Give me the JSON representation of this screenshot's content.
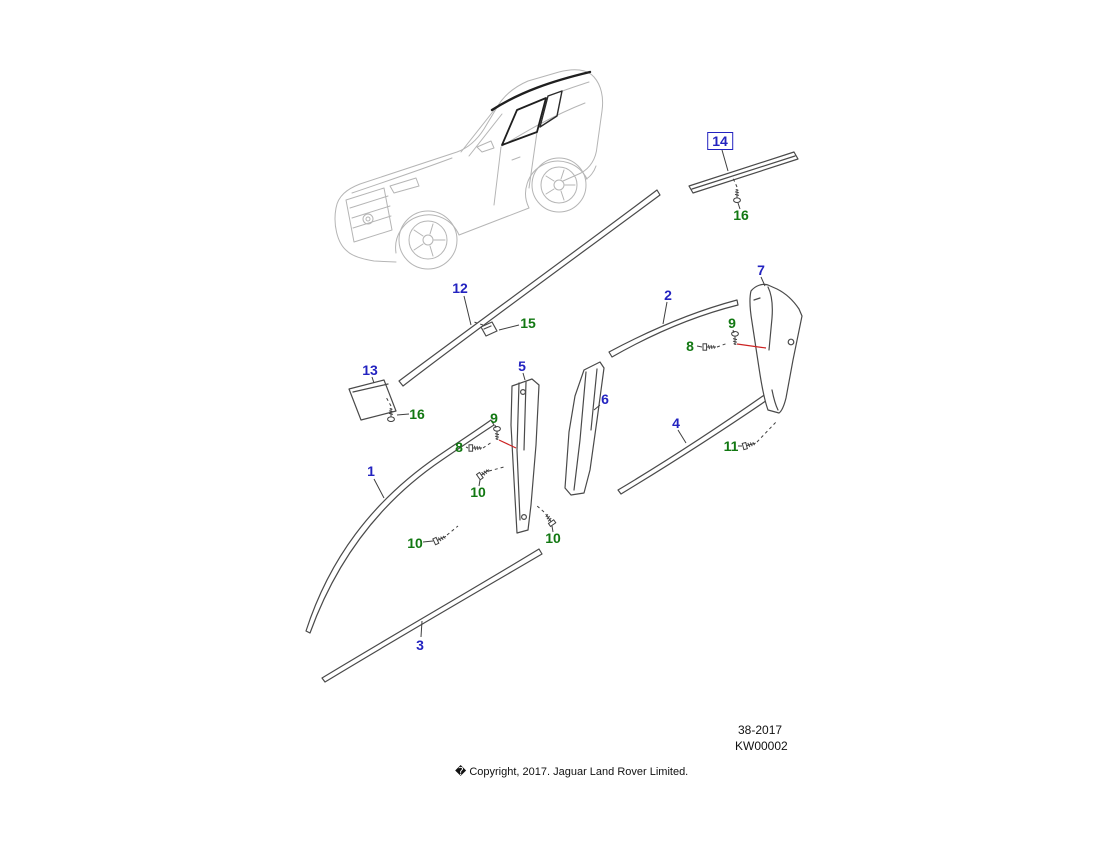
{
  "diagram": {
    "callouts": [
      {
        "label": "14",
        "color": "blue",
        "boxed": true
      },
      {
        "label": "16",
        "color": "green"
      },
      {
        "label": "12",
        "color": "blue"
      },
      {
        "label": "15",
        "color": "green"
      },
      {
        "label": "2",
        "color": "blue"
      },
      {
        "label": "7",
        "color": "blue"
      },
      {
        "label": "9",
        "color": "green"
      },
      {
        "label": "8",
        "color": "green"
      },
      {
        "label": "13",
        "color": "blue"
      },
      {
        "label": "16",
        "color": "green"
      },
      {
        "label": "5",
        "color": "blue"
      },
      {
        "label": "6",
        "color": "blue"
      },
      {
        "label": "9",
        "color": "green"
      },
      {
        "label": "8",
        "color": "green"
      },
      {
        "label": "10",
        "color": "green"
      },
      {
        "label": "4",
        "color": "blue"
      },
      {
        "label": "11",
        "color": "green"
      },
      {
        "label": "1",
        "color": "blue"
      },
      {
        "label": "10",
        "color": "green"
      },
      {
        "label": "10",
        "color": "green"
      },
      {
        "label": "3",
        "color": "blue"
      }
    ],
    "footer": {
      "figure_ref": "38-2017",
      "figure_code": "KW00002",
      "copyright": "� Copyright, 2017. Jaguar Land Rover Limited."
    },
    "colors": {
      "callout_blue": "#2323c0",
      "callout_green": "#127812",
      "leader_red": "#cc2222",
      "part_line": "#4a4a4a",
      "vehicle_line": "#b5b5b5"
    }
  }
}
